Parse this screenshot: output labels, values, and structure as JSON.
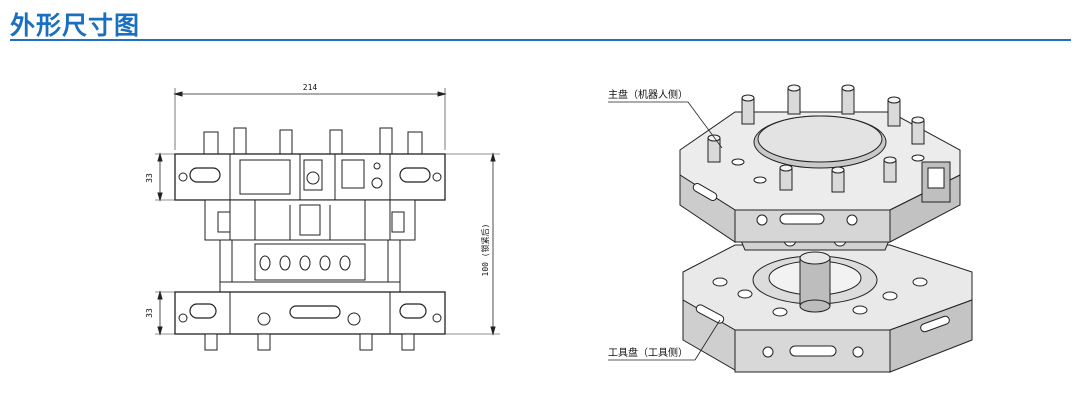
{
  "header": {
    "title": "外形尺寸图"
  },
  "front_view": {
    "dim_width": "214",
    "dim_top_plate": "33",
    "dim_bottom_plate": "33",
    "dim_total_height": "100 (锁紧后)"
  },
  "iso_view": {
    "label_master": "主盘（机器人侧）",
    "label_tool": "工具盘（工具侧）"
  },
  "colors": {
    "accent": "#1f70c1",
    "title": "#1a6fc0"
  }
}
